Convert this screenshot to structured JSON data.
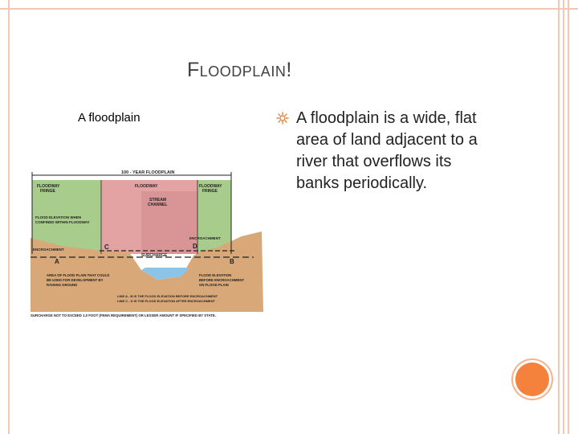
{
  "slide": {
    "title": "FLOODPLAIN!",
    "title_first": "F",
    "title_rest": "LOODPLAIN",
    "title_end": "!",
    "caption": "A floodplain",
    "bullet": {
      "icon": "sun-bullet-icon",
      "text": "A floodplain is a wide, flat area of land adjacent to a river that overflows its banks periodically."
    }
  },
  "diagram": {
    "labels": {
      "top": "100 - YEAR FLOODPLAIN",
      "floodway_fringe_left": "FLOODWAY",
      "floodway_fringe_left_2": "FRINGE",
      "floodway": "FLOODWAY",
      "floodway_fringe_right": "FLOODWAY",
      "floodway_fringe_right_2": "FRINGE",
      "stream": "STREAM",
      "channel": "CHANNEL",
      "flood_elev_1": "FLOOD ELEVATION WHEN",
      "flood_elev_2": "CONFINED WITHIN FLOODWAY",
      "encroachment_left": "ENCROACHMENT",
      "encroachment_right": "ENCROACHMENT",
      "point_a": "A",
      "point_b": "B",
      "point_c": "C",
      "point_d": "D",
      "surcharge": "SURCHARGE",
      "area_1": "AREA OF FLOOD PLAIN THAT COULD",
      "area_2": "BE USED FOR DEVELOPMENT BY",
      "area_3": "RAISING GROUND",
      "flood_before_1": "FLOOD ELEVATION",
      "flood_before_2": "BEFORE ENCROACHMENT",
      "flood_before_3": "ON FLOOD PLAIN",
      "line_ab": "LINE A - B IS THE FLOOD ELEVATION BEFORE ENCROACHMENT",
      "line_cd": "LINE C - D IS THE FLOOD ELEVATION AFTER ENCROACHMENT",
      "bottom": "SURCHARGE NOT TO EXCEED 1.0 FOOT (FEMA REQUIREMENT) OR LESSER AMOUNT IF SPECIFIED BY STATE."
    },
    "colors": {
      "fringe": "#a8cc8c",
      "floodway": "#e3a3a3",
      "ground": "#d8a878",
      "water": "#8cc4e8",
      "accent": "#f4823c"
    }
  }
}
